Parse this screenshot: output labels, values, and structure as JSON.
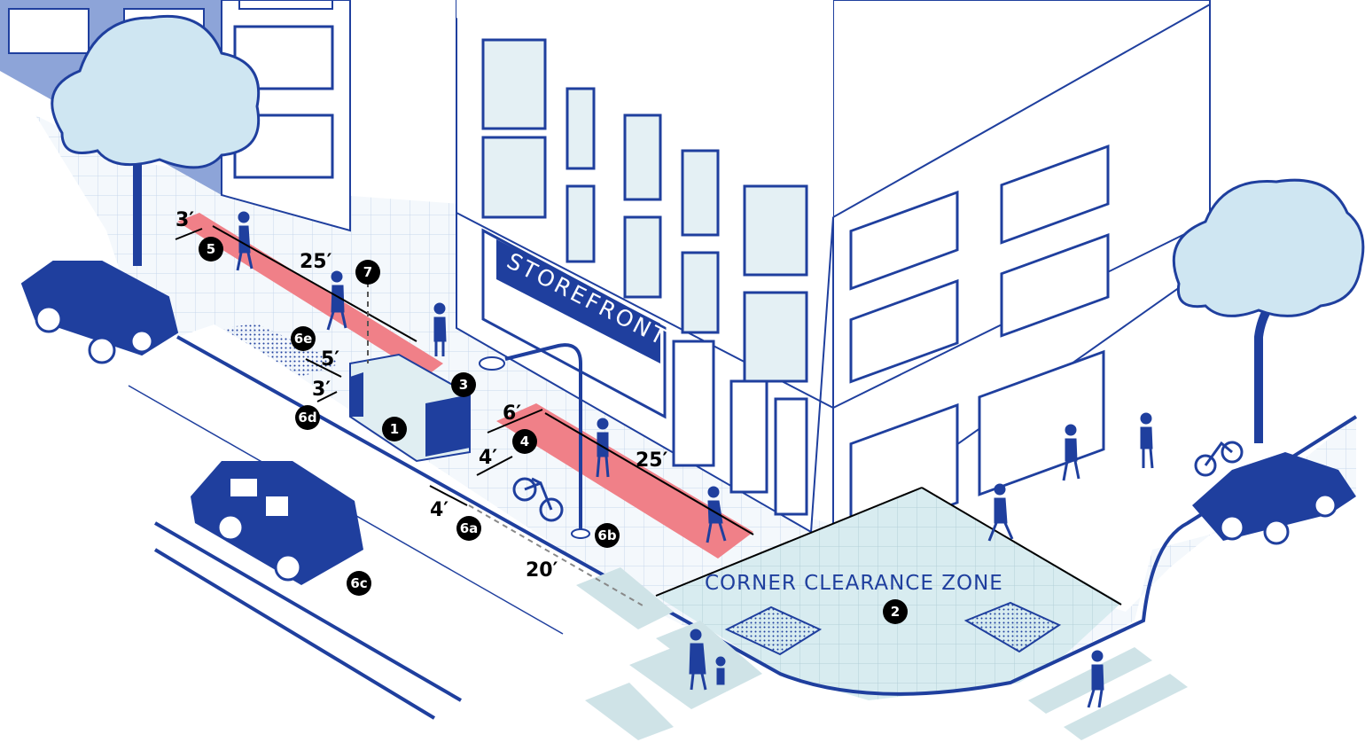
{
  "colors": {
    "primary_blue": "#1f3f9e",
    "sidewalk_grid": "#eef4fb",
    "clearance_tint": "#d8ecf0",
    "red_zone": "#f08088",
    "tree_fill": "#cfe6f2"
  },
  "storefront_sign": "STOREFRONT",
  "corner_zone_label": "CORNER CLEARANCE ZONE",
  "markers": {
    "m1": "1",
    "m2": "2",
    "m3": "3",
    "m4": "4",
    "m5": "5",
    "m6a": "6a",
    "m6b": "6b",
    "m6c": "6c",
    "m6d": "6d",
    "m6e": "6e",
    "m7": "7"
  },
  "dimensions": {
    "back_width": "3′",
    "back_length": "25′",
    "offset_5": "5′",
    "offset_3": "3′",
    "front_width_6": "6′",
    "front_length": "25′",
    "front_4a": "4′",
    "front_4b": "4′",
    "clearance_20": "20′"
  }
}
